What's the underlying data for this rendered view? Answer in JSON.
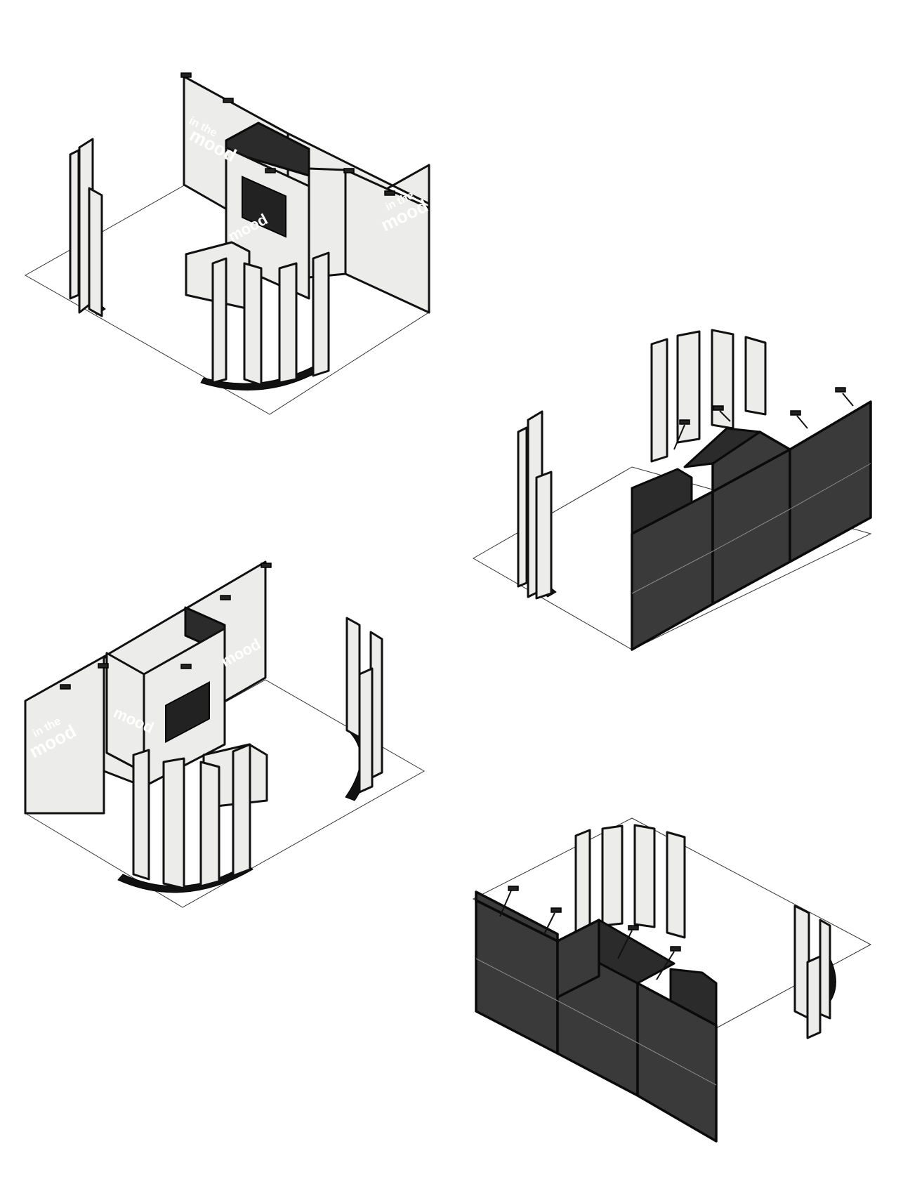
{
  "title": "",
  "views": [
    {
      "id": "front-left",
      "walls": "light"
    },
    {
      "id": "back-right",
      "walls": "dark"
    },
    {
      "id": "front-right",
      "walls": "light"
    },
    {
      "id": "back-left",
      "walls": "dark"
    }
  ],
  "graphics": {
    "brand_small": "in the",
    "brand_large": "mood"
  },
  "colors": {
    "light_panel": "#ececea",
    "dark_panel": "#3a3a3a",
    "frame": "#111111",
    "background": "#ffffff"
  }
}
